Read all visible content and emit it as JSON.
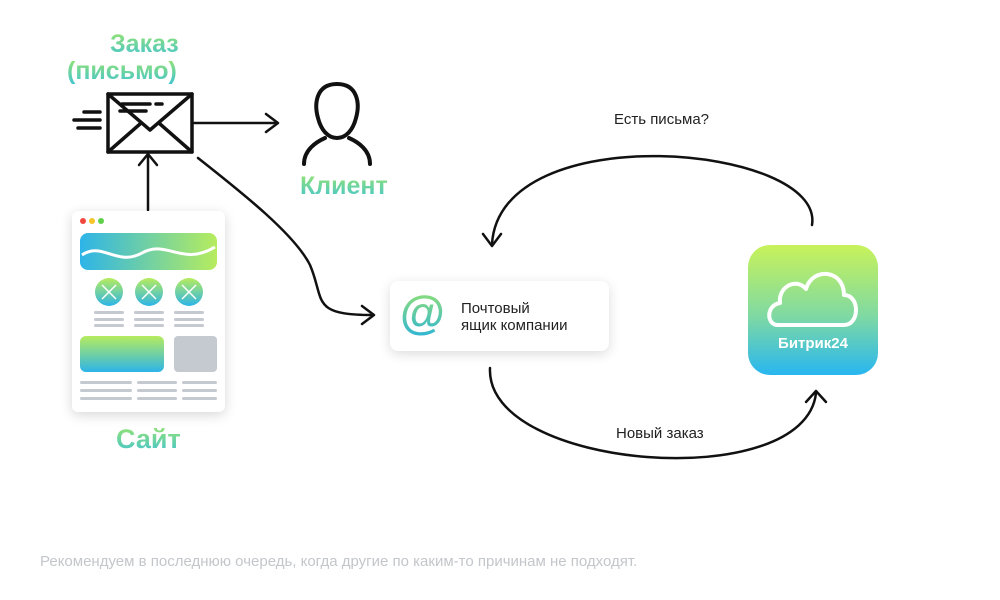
{
  "order": {
    "title": "Заказ",
    "subtitle": "(письмо)"
  },
  "client": {
    "label": "Клиент"
  },
  "site": {
    "label": "Сайт"
  },
  "mailbox": {
    "line1": "Почтовый",
    "line2": "ящик компании",
    "icon": "at-sign-icon"
  },
  "bitrix": {
    "name": "Битрик24",
    "icon": "cloud-icon"
  },
  "flows": {
    "question": "Есть письма?",
    "new_order": "Новый заказ"
  },
  "footer": {
    "note": "Рекомендуем в последнюю очередь, когда другие по каким-то причинам не подходят."
  },
  "colors": {
    "accent_green": "#9be56a",
    "accent_blue": "#3ec3d6",
    "line": "#111111",
    "footer_text": "#c3c6ca"
  }
}
